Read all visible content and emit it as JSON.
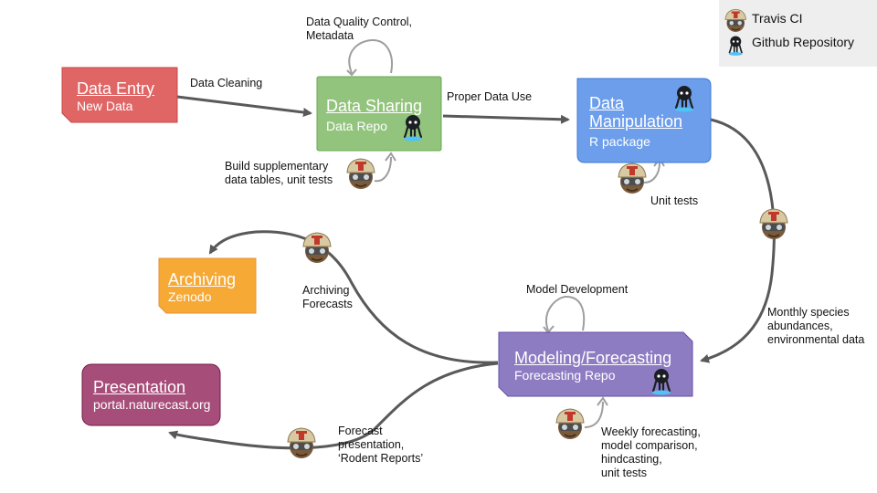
{
  "legend": {
    "travis": "Travis CI",
    "github": "Github Repository"
  },
  "boxes": {
    "data_entry": {
      "title": "Data Entry",
      "subtitle": "New Data"
    },
    "data_sharing": {
      "title": "Data Sharing",
      "subtitle": "Data Repo"
    },
    "data_manipulation": {
      "title_line1": "Data",
      "title_line2": "Manipulation",
      "subtitle": "R package"
    },
    "archiving": {
      "title": "Archiving",
      "subtitle": "Zenodo"
    },
    "modeling": {
      "title": "Modeling/Forecasting",
      "subtitle": "Forecasting Repo"
    },
    "presentation": {
      "title": "Presentation",
      "subtitle": "portal.naturecast.org"
    }
  },
  "labels": {
    "data_cleaning": "Data Cleaning",
    "qc_line1": "Data Quality Control,",
    "qc_line2": "Metadata",
    "proper_use": "Proper Data Use",
    "build_line1": "Build supplementary",
    "build_line2": "data tables, unit tests",
    "unit_tests": "Unit tests",
    "monthly_line1": "Monthly species",
    "monthly_line2": "abundances,",
    "monthly_line3": "environmental data",
    "archiving_line1": "Archiving",
    "archiving_line2": "Forecasts",
    "model_dev": "Model Development",
    "weekly_line1": "Weekly forecasting,",
    "weekly_line2": "model comparison,",
    "weekly_line3": "hindcasting,",
    "weekly_line4": "unit tests",
    "fp_line1": "Forecast",
    "fp_line2": "presentation,",
    "fp_line3": "‘Rodent Reports’"
  },
  "colors": {
    "data_entry": "#e06666",
    "data_sharing": "#93c47d",
    "data_manipulation": "#6d9eeb",
    "archiving": "#f6a935",
    "modeling": "#8e7cc3",
    "presentation": "#a64d79",
    "arrow": "#595959"
  }
}
